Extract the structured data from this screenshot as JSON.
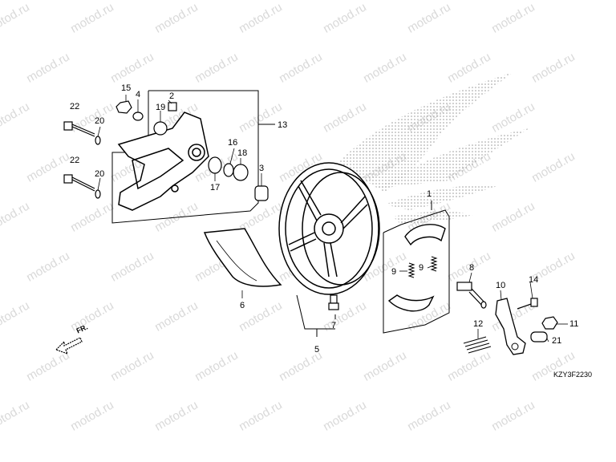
{
  "watermark": {
    "text": "motod.ru"
  },
  "diagram_code": "KZY3F2230",
  "direction_label": "FR.",
  "callouts": {
    "p1": "1",
    "p2": "2",
    "p3": "3",
    "p4": "4",
    "p5": "5",
    "p6": "6",
    "p7": "7",
    "p8": "8",
    "p9a": "9",
    "p9b": "9",
    "p10": "10",
    "p11": "11",
    "p12": "12",
    "p13": "13",
    "p14": "14",
    "p15": "15",
    "p16": "16",
    "p17": "17",
    "p18": "18",
    "p19": "19",
    "p20a": "20",
    "p20b": "20",
    "p21": "21",
    "p22a": "22",
    "p22b": "22"
  },
  "colors": {
    "line": "#000000",
    "watermark": "#d9d9d9",
    "wing": "#9a9a9a"
  }
}
